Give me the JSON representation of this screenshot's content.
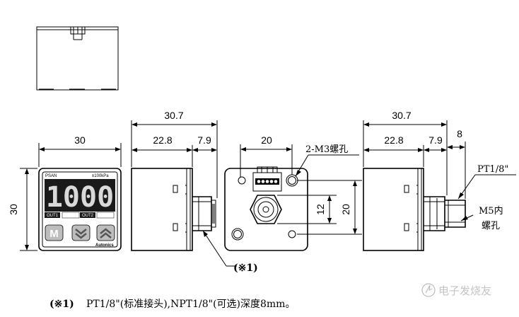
{
  "dimensions": {
    "total_depth": "30.7",
    "body_depth": "22.8",
    "fitting_depth": "7.9",
    "front_width": "30",
    "front_height": "30",
    "rear_width": "20",
    "rear_height": "20",
    "port_height": "12",
    "fitting_length": "8"
  },
  "labels": {
    "screw_holes": "2-M3螺孔",
    "thread_pt": "PT1/8\"",
    "m5_line1": "M5内",
    "m5_line2": "螺孔",
    "note_ref": "(※1)"
  },
  "front_panel": {
    "model": "PSAN",
    "range": "±100kPa",
    "reading": "1000",
    "out1": "OUT1",
    "out2": "OUT2",
    "mode_key": "M",
    "brand": "Autonics"
  },
  "footnote": {
    "marker": "(※1)",
    "text": "PT1/8\"(标准接头),NPT1/8\"(可选)深度8mm。"
  },
  "watermark": "电子发烧友",
  "colors": {
    "line": "#000000",
    "display_bg": "#1a1a1a",
    "digit": "#d9d9d9",
    "button": "#bdbdbd"
  }
}
